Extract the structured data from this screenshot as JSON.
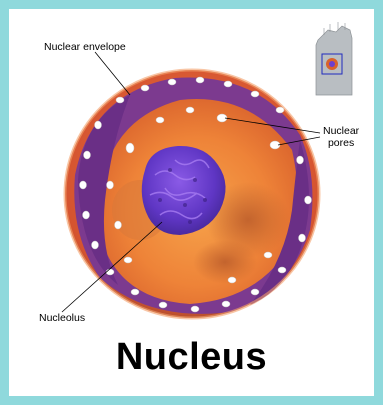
{
  "title": "Nucleus",
  "labels": {
    "nuclear_envelope": "Nuclear envelope",
    "nuclear_pores_line1": "Nuclear",
    "nuclear_pores_line2": "pores",
    "nucleolus": "Nucleolus"
  },
  "icons": {
    "thumbnail": "cell-thumbnail-icon"
  },
  "colors": {
    "border": "#8fd9dc",
    "envelope_outer": "#e2603a",
    "interior": "#f08a3a",
    "chromatin": "#7a3590",
    "nucleolus": "#6b3fd0"
  }
}
